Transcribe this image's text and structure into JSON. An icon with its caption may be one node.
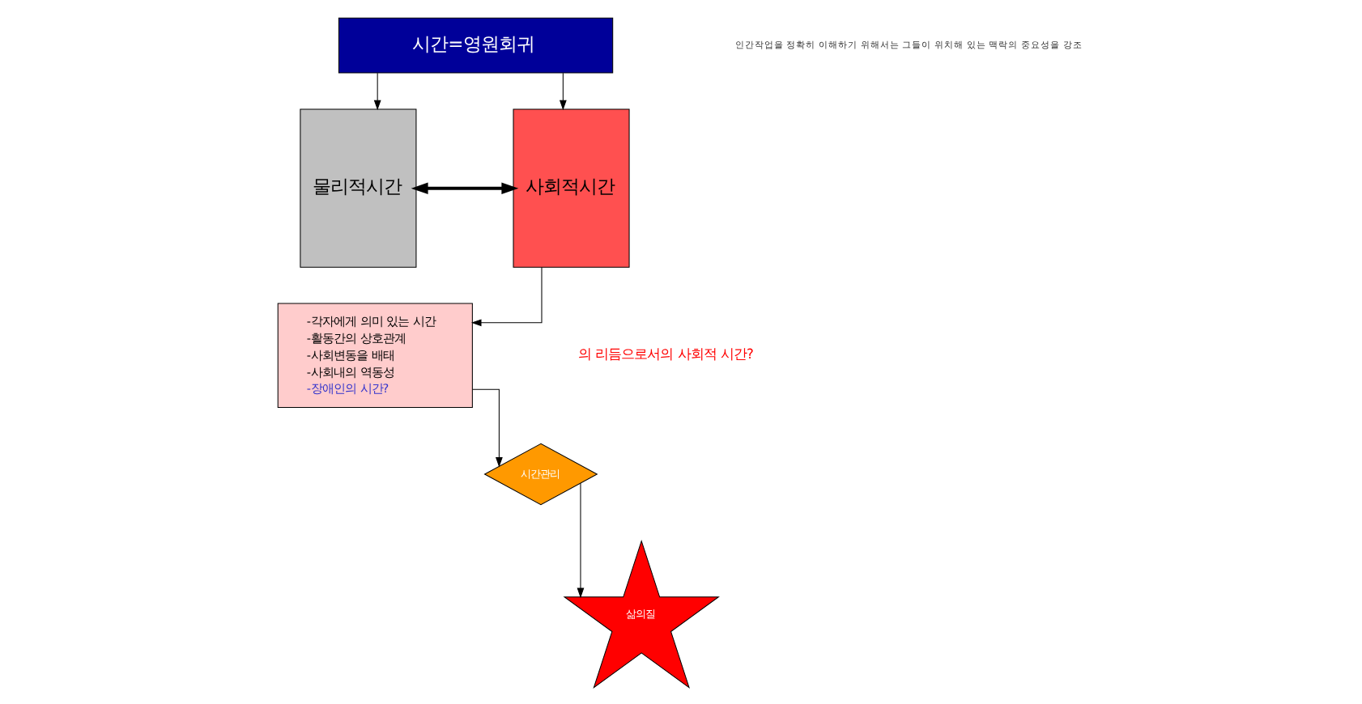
{
  "diagram": {
    "nodes": [
      {
        "text": [
          "시간=영원회귀"
        ]
      },
      {
        "text": [
          "물리적시간"
        ]
      },
      {
        "text": [
          "사회적시간"
        ]
      },
      {
        "text": [
          "-각자에게 의미 있는 시간",
          "-활동간의 상호관계",
          "-사회변동을 배태",
          "-사회내의 역동성",
          "-장애인의 시간?"
        ]
      },
      {
        "text": [
          "시간관리"
        ]
      },
      {
        "text": [
          "삶의질"
        ]
      }
    ],
    "edges": [
      {
        "from": 0,
        "to": 1,
        "arrow": "to"
      },
      {
        "from": 0,
        "to": 2,
        "arrow": "to"
      },
      {
        "from": 1,
        "to": 2,
        "arrow": "both",
        "style": "thick"
      },
      {
        "from": 2,
        "to": 3,
        "arrow": "to"
      },
      {
        "from": 3,
        "to": 4,
        "arrow": "to"
      },
      {
        "from": 4,
        "to": 5,
        "arrow": "to"
      }
    ],
    "labels": [
      "인간작업을 정확히 이해하기 위해서는 그들이 위치해 있는 맥락의 중요성을 강조",
      "의 리듬으로서의 사회적 시간?"
    ]
  }
}
